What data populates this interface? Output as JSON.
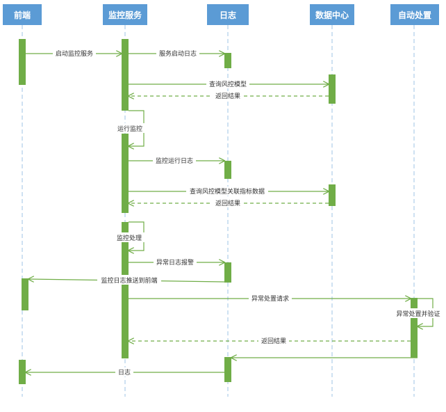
{
  "participants": [
    {
      "id": "frontend",
      "label": "前端"
    },
    {
      "id": "monitor",
      "label": "监控服务"
    },
    {
      "id": "log",
      "label": "日志"
    },
    {
      "id": "datacenter",
      "label": "数据中心"
    },
    {
      "id": "autohandle",
      "label": "自动处置"
    }
  ],
  "messages": [
    {
      "id": "m1",
      "label": "启动监控服务",
      "from": "frontend",
      "to": "monitor",
      "kind": "sync"
    },
    {
      "id": "m2",
      "label": "服务启动日志",
      "from": "monitor",
      "to": "log",
      "kind": "sync"
    },
    {
      "id": "m3",
      "label": "查询风控模型",
      "from": "monitor",
      "to": "datacenter",
      "kind": "sync"
    },
    {
      "id": "m4",
      "label": "返回结果",
      "from": "datacenter",
      "to": "monitor",
      "kind": "return"
    },
    {
      "id": "m5",
      "label": "运行监控",
      "from": "monitor",
      "to": "monitor",
      "kind": "self"
    },
    {
      "id": "m6",
      "label": "监控运行日志",
      "from": "monitor",
      "to": "log",
      "kind": "sync"
    },
    {
      "id": "m7",
      "label": "查询风控模型关联指标数据",
      "from": "monitor",
      "to": "datacenter",
      "kind": "sync"
    },
    {
      "id": "m8",
      "label": "返回结果",
      "from": "datacenter",
      "to": "monitor",
      "kind": "return"
    },
    {
      "id": "m9",
      "label": "监控处理",
      "from": "monitor",
      "to": "monitor",
      "kind": "self"
    },
    {
      "id": "m10",
      "label": "异常日志报警",
      "from": "monitor",
      "to": "log",
      "kind": "sync"
    },
    {
      "id": "m11",
      "label": "监控日志推送到前端",
      "from": "log",
      "to": "frontend",
      "kind": "sync"
    },
    {
      "id": "m12",
      "label": "异常处置请求",
      "from": "monitor",
      "to": "autohandle",
      "kind": "sync"
    },
    {
      "id": "m13",
      "label": "异常处置并验证",
      "from": "autohandle",
      "to": "autohandle",
      "kind": "self"
    },
    {
      "id": "m14",
      "label": "返回结果",
      "from": "autohandle",
      "to": "monitor",
      "kind": "return"
    },
    {
      "id": "m15",
      "label": "",
      "from": "autohandle",
      "to": "log",
      "kind": "sync"
    },
    {
      "id": "m16",
      "label": "日志",
      "from": "log",
      "to": "frontend",
      "kind": "sync"
    }
  ],
  "colors": {
    "participant_fill": "#5b9bd5",
    "participant_text": "#ffffff",
    "activation_fill": "#70ad47",
    "message_line": "#70ad47",
    "lifeline": "#9dc3e6",
    "label_text": "#333333"
  }
}
